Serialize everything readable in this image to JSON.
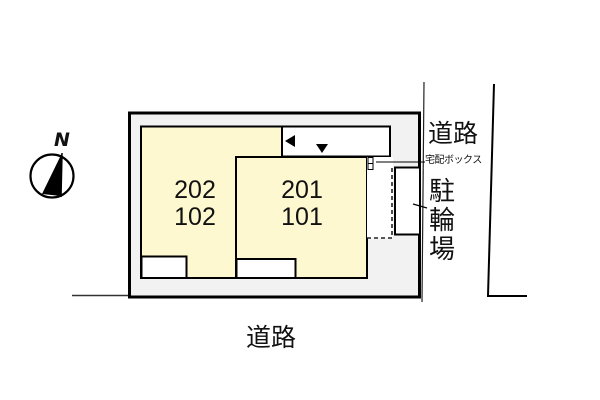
{
  "compass": {
    "label": "N",
    "icon": "north-arrow-icon"
  },
  "units": [
    {
      "id": "west",
      "upper": "202",
      "lower": "102"
    },
    {
      "id": "east",
      "upper": "201",
      "lower": "101"
    }
  ],
  "labels": {
    "road_top_right": "道路",
    "road_bottom": "道路",
    "delivery_box": "宅配ボックス",
    "bike_parking": [
      "駐",
      "輪",
      "場"
    ]
  },
  "markers": {
    "entrance_left": "◀",
    "entrance_down": "▼"
  },
  "colors": {
    "unit_fill": "#fdf8cf",
    "lot_fill": "#f2f2f2",
    "outline": "#000000",
    "background": "#ffffff"
  }
}
